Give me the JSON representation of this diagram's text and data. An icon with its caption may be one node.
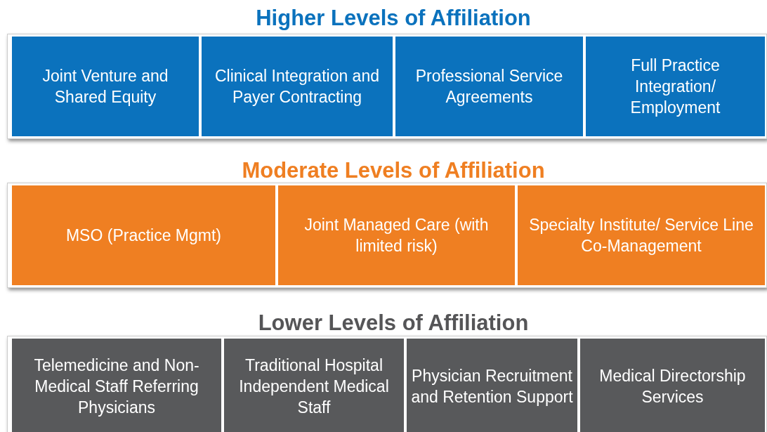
{
  "diagram": {
    "nodes": [
      {
        "text": [
          "Higher Levels of Affiliation"
        ]
      },
      {
        "text": [
          "Joint Venture and Shared Equity"
        ],
        "in": 0
      },
      {
        "text": [
          "Clinical Integration and Payer Contracting"
        ],
        "in": 0
      },
      {
        "text": [
          "Professional Service Agreements"
        ],
        "in": 0
      },
      {
        "text": [
          "Full Practice Integration/ Employment"
        ],
        "in": 0
      },
      {
        "text": [
          "Moderate Levels of Affiliation"
        ]
      },
      {
        "text": [
          "MSO (Practice Mgmt)"
        ],
        "in": 5
      },
      {
        "text": [
          "Joint Managed Care (with limited risk)"
        ],
        "in": 5
      },
      {
        "text": [
          "Specialty Institute/ Service Line Co-Management"
        ],
        "in": 5
      },
      {
        "text": [
          "Lower Levels of Affiliation"
        ]
      },
      {
        "text": [
          "Telemedicine and Non-Medical Staff Referring Physicians"
        ],
        "in": 9
      },
      {
        "text": [
          "Traditional Hospital Independent Medical Staff"
        ],
        "in": 9
      },
      {
        "text": [
          "Physician Recruitment and Retention Support"
        ],
        "in": 9
      },
      {
        "text": [
          "Medical Directorship Services"
        ],
        "in": 9
      }
    ]
  }
}
